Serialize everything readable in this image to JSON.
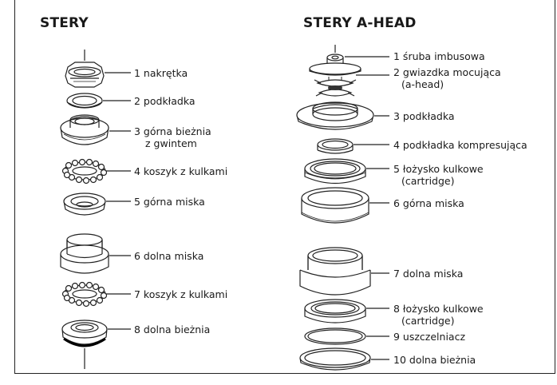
{
  "titles": {
    "left": "STERY",
    "right": "STERY A-HEAD"
  },
  "left_parts": [
    {
      "text": "1 nakrętka"
    },
    {
      "text": "2 podkładka"
    },
    {
      "text": "3 górna bieżnia",
      "sub": "z gwintem"
    },
    {
      "text": "4 koszyk z kulkami"
    },
    {
      "text": "5 górna miska"
    },
    {
      "text": "6 dolna miska"
    },
    {
      "text": "7 koszyk z kulkami"
    },
    {
      "text": "8 dolna bieżnia"
    }
  ],
  "right_parts": [
    {
      "text": "1 śruba imbusowa"
    },
    {
      "text": "2 gwiazdka mocująca",
      "sub": "(a-head)"
    },
    {
      "text": "3 podkładka"
    },
    {
      "text": "4 podkładka kompresująca"
    },
    {
      "text": "5 łożysko kulkowe",
      "sub": "(cartridge)"
    },
    {
      "text": "6 górna miska"
    },
    {
      "text": "7 dolna miska"
    },
    {
      "text": "8 łożysko kulkowe",
      "sub": "(cartridge)"
    },
    {
      "text": "9 uszczelniacz"
    },
    {
      "text": "10 dolna bieżnia"
    }
  ]
}
